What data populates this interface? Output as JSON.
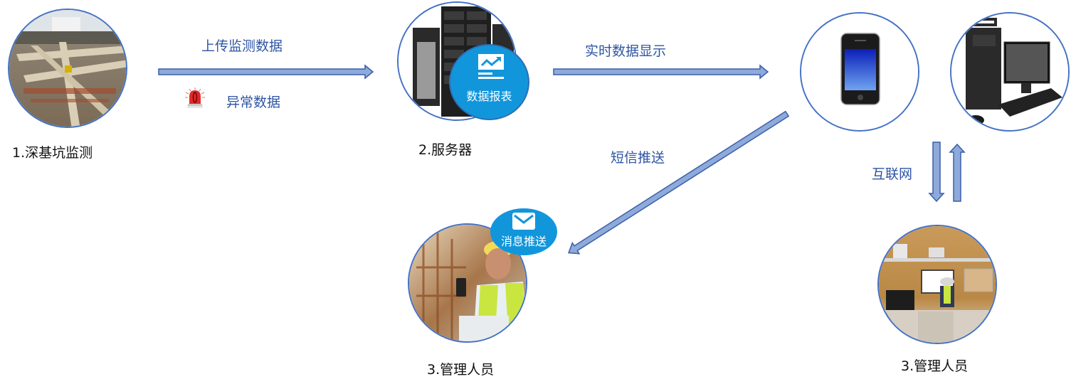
{
  "nodes": {
    "pit": {
      "label": "1.深基坑监测",
      "image": "construction-pit-photo"
    },
    "server": {
      "label": "2.服务器",
      "image": "server-rack-photo",
      "badge": "数据报表"
    },
    "phone": {
      "image": "smartphone-photo"
    },
    "desktop": {
      "image": "desktop-computer-photo"
    },
    "manager_mobile": {
      "label": "3.管理人员",
      "image": "worker-with-phone-photo",
      "badge": "消息推送"
    },
    "manager_office": {
      "label": "3.管理人员",
      "image": "office-worker-photo"
    }
  },
  "edges": {
    "upload": {
      "label": "上传监测数据"
    },
    "abnormal": {
      "label": "异常数据",
      "icon": "alarm-siren-icon"
    },
    "realtime": {
      "label": "实时数据显示"
    },
    "sms": {
      "label": "短信推送"
    },
    "internet": {
      "label": "互联网"
    }
  },
  "colors": {
    "arrow_fill": "#8eaadb",
    "arrow_stroke": "#3a5ea8",
    "node_border": "#4472c4",
    "badge": "#1296db",
    "edge_text": "#2e55a3"
  }
}
